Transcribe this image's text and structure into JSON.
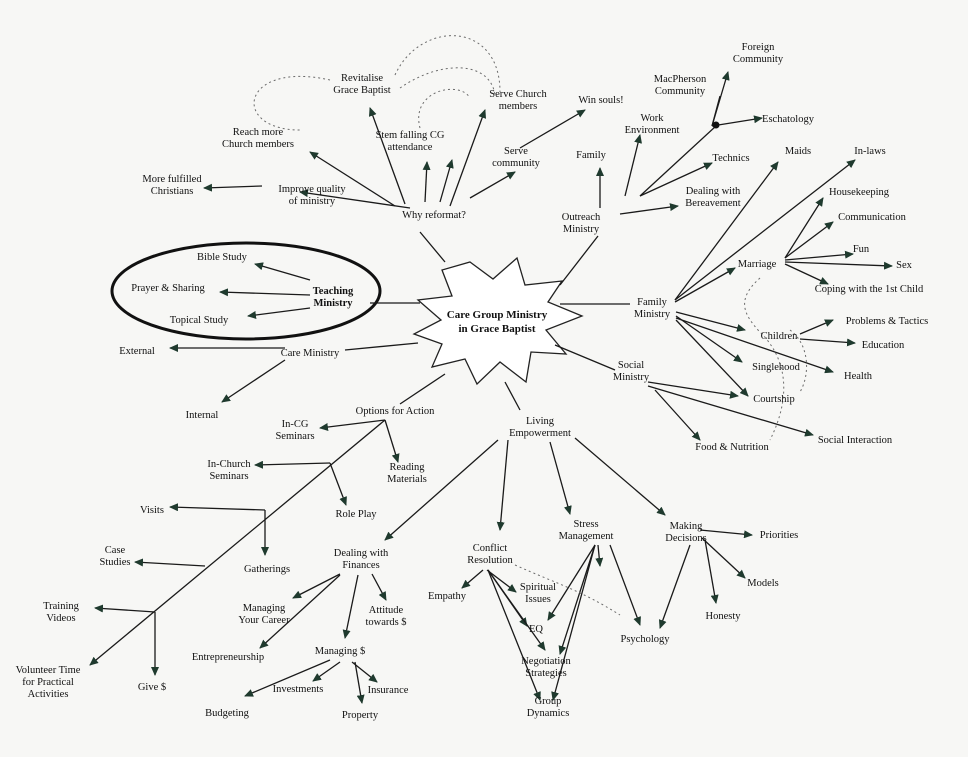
{
  "diagram": {
    "center": "Care Group Ministry\nin Grace Baptist",
    "nodes": {
      "why": "Why reformat?",
      "improve": "Improve quality\nof ministry",
      "morefulfilled": "More fulfilled\nChristians",
      "reachmore": "Reach more\nChurch members",
      "revitalise": "Revitalise\nGrace Baptist",
      "stemfalling": "Stem falling CG\nattendance",
      "servechurch": "Serve Church\nmembers",
      "servecommunity": "Serve\ncommunity",
      "winsouls": "Win souls!",
      "teaching": "Teaching\nMinistry",
      "biblestudy": "Bible Study",
      "prayer": "Prayer & Sharing",
      "topical": "Topical Study",
      "care": "Care Ministry",
      "external": "External",
      "internal": "Internal",
      "outreach": "Outreach\nMinistry",
      "family_o": "Family",
      "work": "Work\nEnvironment",
      "technics": "Technics",
      "bereavement": "Dealing with\nBereavement",
      "macpherson": "MacPherson\nCommunity",
      "foreign": "Foreign\nCommunity",
      "eschatology": "Eschatology",
      "familymin": "Family\nMinistry",
      "maids": "Maids",
      "inlaws": "In-laws",
      "marriage": "Marriage",
      "housekeeping": "Housekeeping",
      "communication": "Communication",
      "fun": "Fun",
      "sex": "Sex",
      "coping": "Coping with the 1st Child",
      "children": "Children",
      "problems": "Problems & Tactics",
      "education": "Education",
      "singlehood": "Singlehood",
      "health": "Health",
      "courtship": "Courtship",
      "social": "Social\nMinistry",
      "food": "Food & Nutrition",
      "socialinteraction": "Social Interaction",
      "options": "Options for Action",
      "incg": "In-CG\nSeminars",
      "reading": "Reading\nMaterials",
      "inchurch": "In-Church\nSeminars",
      "roleplay": "Role Play",
      "visits": "Visits",
      "gatherings": "Gatherings",
      "case": "Case\nStudies",
      "training": "Training\nVideos",
      "volunteer": "Volunteer Time\nfor Practical\nActivities",
      "gives": "Give $",
      "living": "Living\nEmpowerment",
      "finances": "Dealing with\nFinances",
      "career": "Managing\nYour Career",
      "attitude": "Attitude\ntowards $",
      "entrepreneurship": "Entrepreneurship",
      "managing": "Managing $",
      "budgeting": "Budgeting",
      "investments": "Investments",
      "insurance": "Insurance",
      "property": "Property",
      "conflict": "Conflict\nResolution",
      "empathy": "Empathy",
      "spiritual": "Spiritual\nIssues",
      "eq": "EQ",
      "negotiation": "Negotiation\nStrategies",
      "group": "Group\nDynamics",
      "stress": "Stress\nManagement",
      "psychology": "Psychology",
      "decisions": "Making\nDecisions",
      "priorities": "Priorities",
      "models": "Models",
      "honesty": "Honesty"
    }
  },
  "colors": {
    "line": "#1a1a1a",
    "arrow": "#1f3a2e",
    "dotted": "#6b6b6b",
    "paper": "#f7f7f5"
  }
}
